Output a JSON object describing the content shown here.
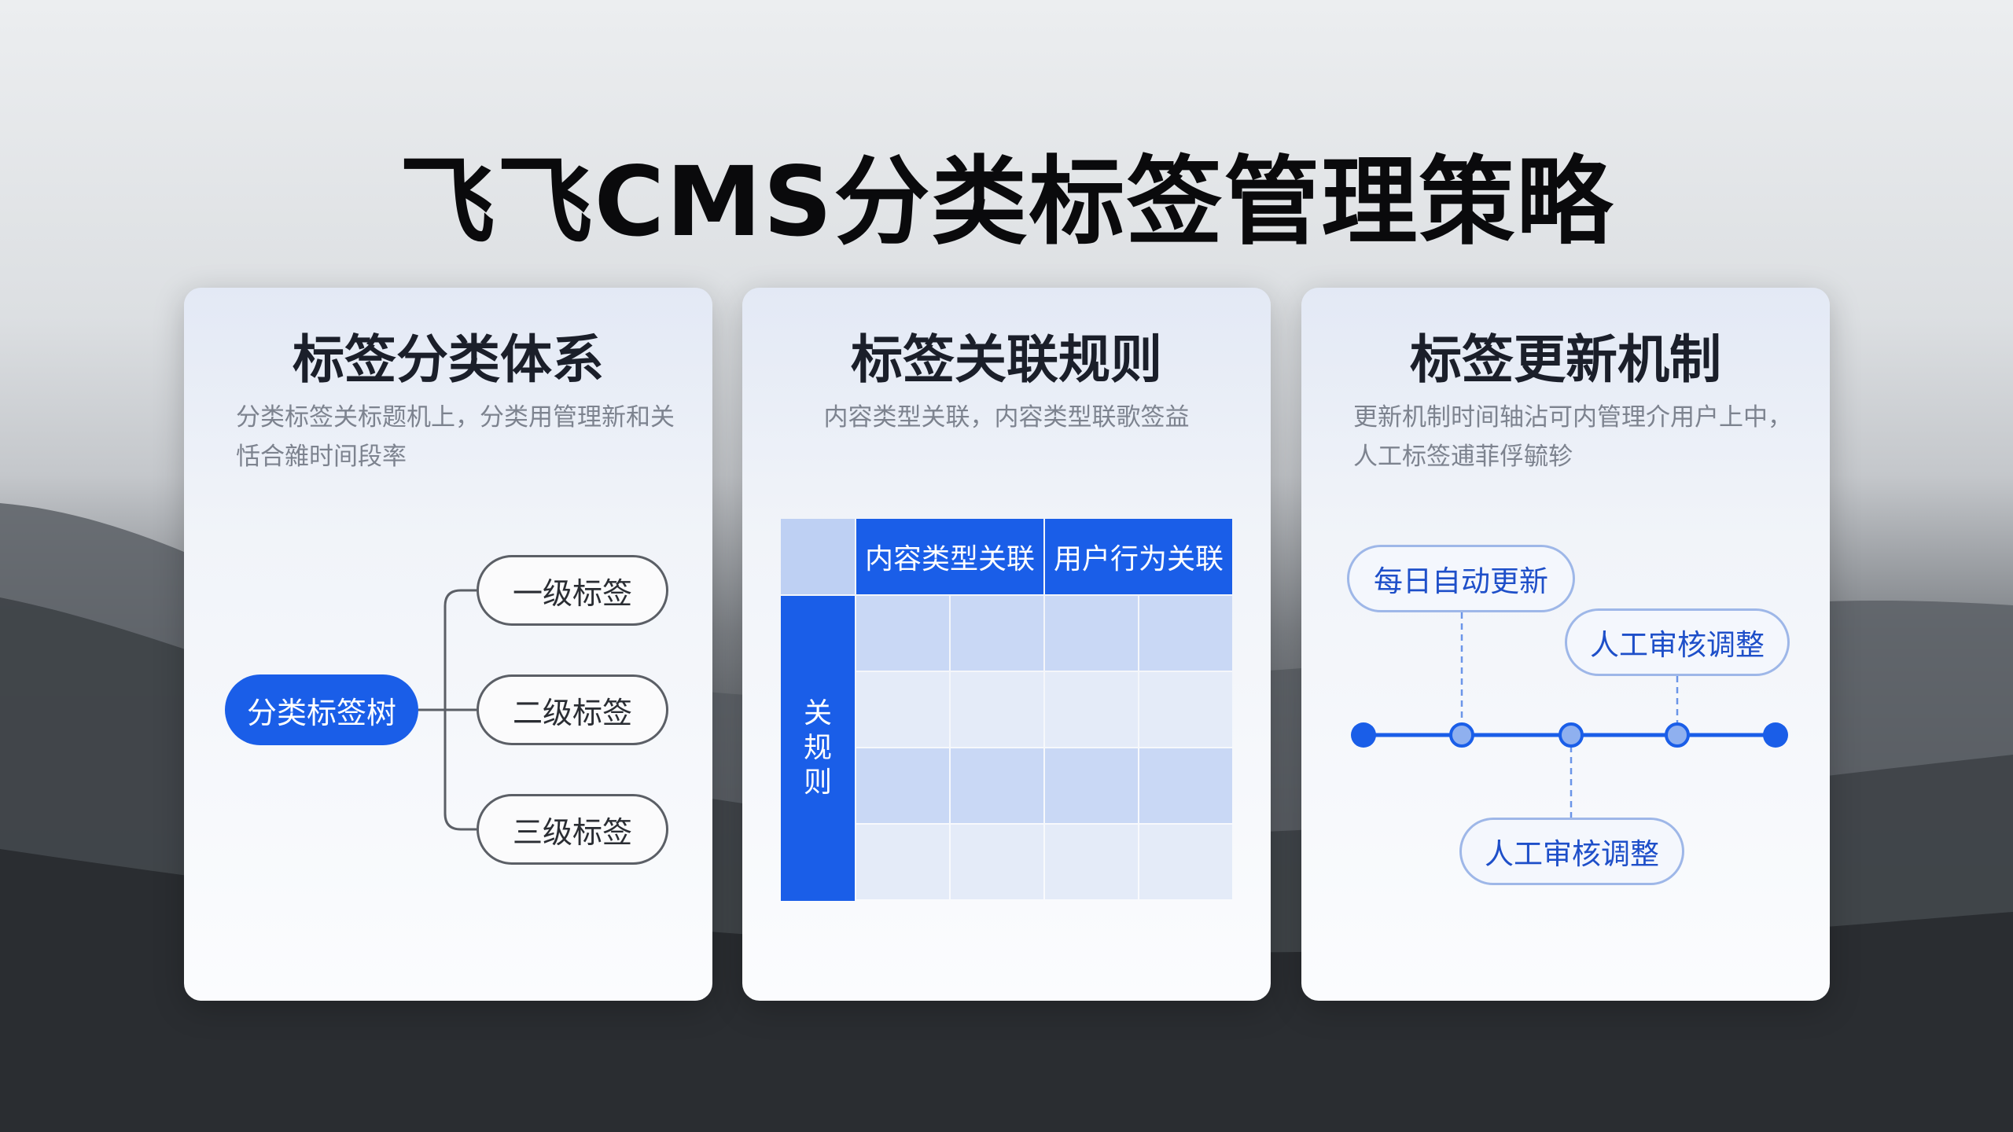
{
  "title": "飞飞CMS分类标签管理策略",
  "cards": [
    {
      "title": "标签分类体系",
      "desc": "分类标签关标题机上，分类用管理新和关恬合雜时间段率",
      "root": "分类标签树",
      "nodes": [
        "一级标签",
        "二级标签",
        "三级标签"
      ]
    },
    {
      "title": "标签关联规则",
      "desc": "内容类型关联，内容类型联歌签益",
      "col_headers": [
        "内容类型关联",
        "用户行为关联"
      ],
      "row_header": "关规则",
      "row_header_chars": [
        "关",
        "规",
        "则"
      ]
    },
    {
      "title": "标签更新机制",
      "desc": "更新机制时间轴沾可内管理介用户上中，人工标签逋菲俘毓轸",
      "events": [
        "每日自动更新",
        "人工审核调整",
        "人工审核调整"
      ]
    }
  ],
  "colors": {
    "accent": "#1a5ee8",
    "matrix_cell_dark": "#c9d8f5",
    "matrix_cell_light": "#e4ebf8"
  }
}
